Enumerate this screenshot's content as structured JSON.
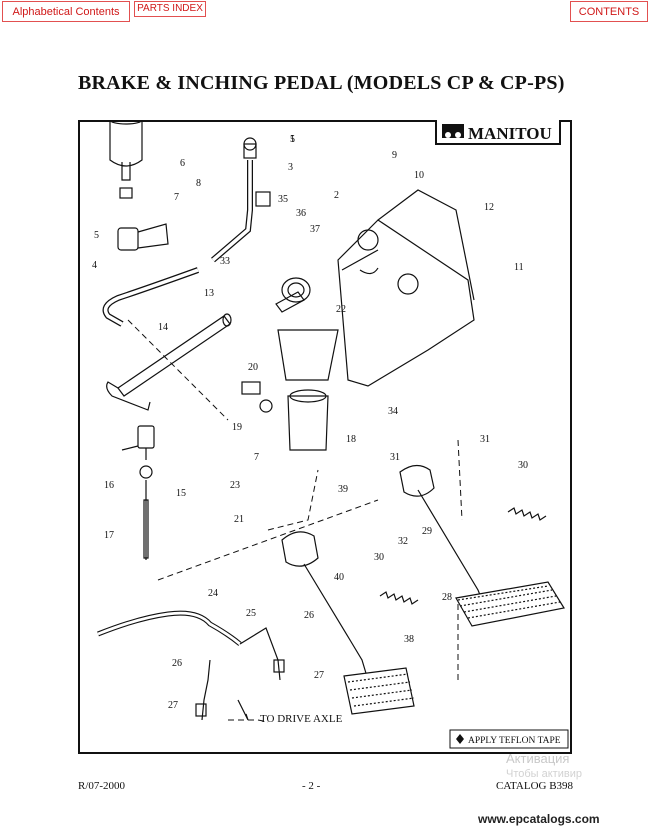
{
  "nav": {
    "alphabetical": "Alphabetical Contents",
    "parts_index": "PARTS INDEX",
    "contents": "CONTENTS"
  },
  "title": "BRAKE & INCHING PEDAL (MODELS CP & CP-PS)",
  "logo": {
    "brand": "MANITOU"
  },
  "diagram": {
    "callouts": [
      "1",
      "2",
      "3",
      "4",
      "5",
      "5",
      "6",
      "7",
      "7",
      "8",
      "9",
      "10",
      "11",
      "12",
      "13",
      "14",
      "15",
      "16",
      "17",
      "18",
      "19",
      "20",
      "21",
      "22",
      "23",
      "24",
      "25",
      "26",
      "26",
      "27",
      "27",
      "28",
      "29",
      "30",
      "30",
      "31",
      "31",
      "32",
      "33",
      "34",
      "35",
      "36",
      "37",
      "38",
      "39",
      "40"
    ],
    "note_drive_axle": "TO DRIVE AXLE",
    "legend": "APPLY TEFLON TAPE",
    "legend_symbol": "diamond-icon"
  },
  "footer": {
    "revision": "R/07-2000",
    "page": "- 2 -",
    "catalog": "CATALOG B398"
  },
  "watermark": {
    "line1": "Активация",
    "line2": "Чтобы активир"
  },
  "site": "www.epcatalogs.com"
}
